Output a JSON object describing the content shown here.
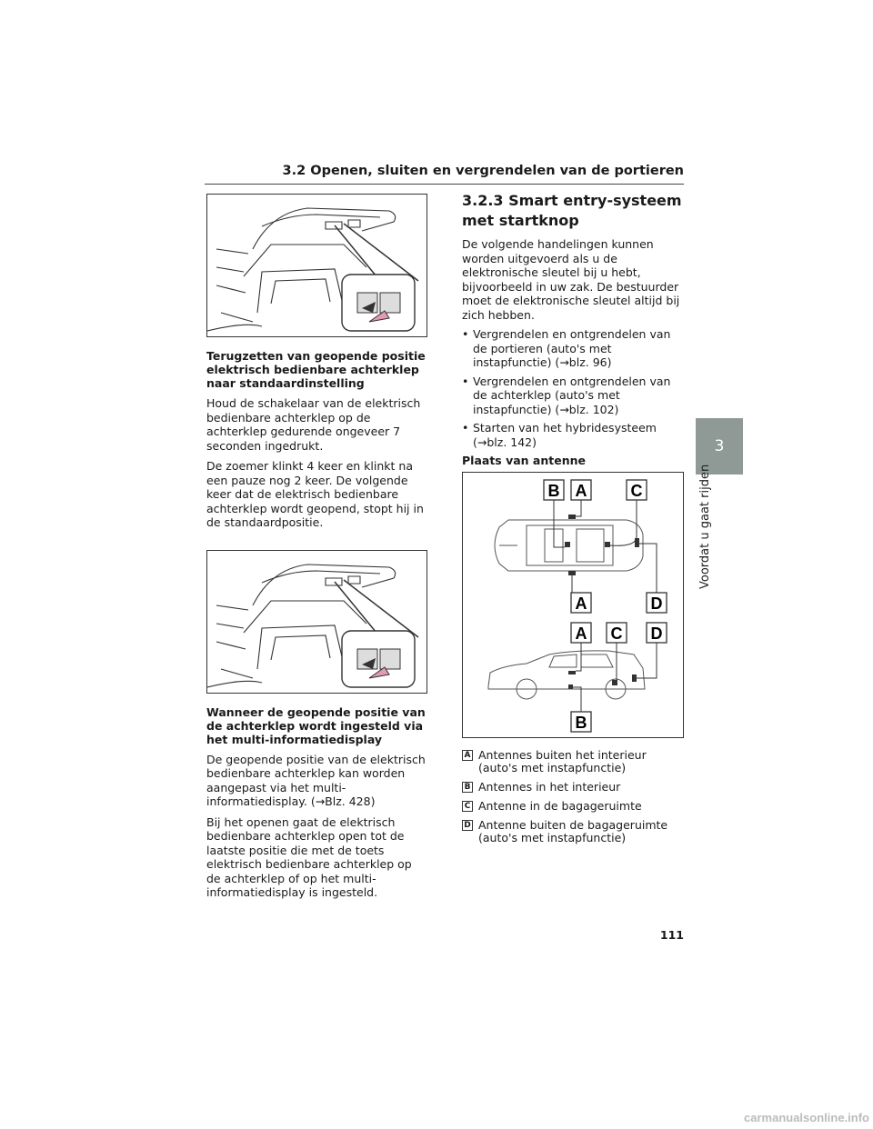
{
  "header": {
    "section_title": "3.2  Openen, sluiten en vergrendelen van de portieren"
  },
  "side_tab": {
    "chapter_number": "3",
    "chapter_title": "Voordat u gaat rijden"
  },
  "left": {
    "section1": {
      "title": "Terugzetten van geopende positie elektrisch bedienbare achterklep naar standaardinstelling",
      "p1": "Houd de schakelaar van de elektrisch bedienbare achterklep op de achterklep gedurende ongeveer 7 seconden ingedrukt.",
      "p2": "De zoemer klinkt 4 keer en klinkt na een pauze nog 2 keer. De volgende keer dat de elektrisch bedienbare achterklep wordt geopend, stopt hij in de standaardpositie."
    },
    "section2": {
      "title": "Wanneer de geopende positie van de achterklep wordt ingesteld via het multi-informatiedisplay",
      "p1": "De geopende positie van de elektrisch bedienbare achterklep kan worden aangepast via het multi-informatiedisplay. (→Blz. 428)",
      "p2": "Bij het openen gaat de elektrisch bedienbare achterklep open tot de laatste positie die met de toets elektrisch bedienbare achterklep op de achterklep of op het multi-informatiedisplay is ingesteld."
    }
  },
  "right": {
    "heading": "3.2.3  Smart entry-systeem met startknop",
    "intro": "De volgende handelingen kunnen worden uitgevoerd als u de elektronische sleutel bij u hebt, bijvoorbeeld in uw zak. De bestuurder moet de elektronische sleutel altijd bij zich hebben.",
    "bullets": [
      "Vergrendelen en ontgrendelen van de portieren (auto's met instapfunctie) (→blz. 96)",
      "Vergrendelen en ontgrendelen van de achterklep (auto's met instapfunctie) (→blz. 102)",
      "Starten van het hybridesysteem (→blz. 142)"
    ],
    "antenna_title": "Plaats van antenne",
    "diagram_labels": {
      "top": [
        "B",
        "A",
        "C"
      ],
      "mid": [
        "A",
        "D"
      ],
      "lower": [
        "A",
        "C",
        "D"
      ],
      "bottom": [
        "B"
      ]
    },
    "legend": [
      {
        "key": "A",
        "text": "Antennes buiten het interieur (auto's met instapfunctie)"
      },
      {
        "key": "B",
        "text": "Antennes in het interieur"
      },
      {
        "key": "C",
        "text": "Antenne in de bagageruimte"
      },
      {
        "key": "D",
        "text": "Antenne buiten de bagageruimte (auto's met instapfunctie)"
      }
    ]
  },
  "footer": {
    "page_number": "111",
    "watermark": "carmanualsonline.info"
  }
}
